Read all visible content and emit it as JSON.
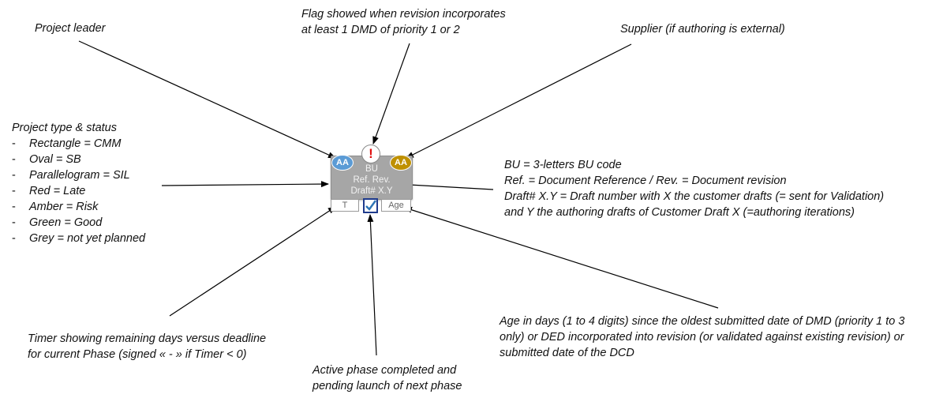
{
  "card": {
    "left_badge": "AA",
    "right_badge": "AA",
    "flag": "!",
    "line1": "BU",
    "line2": "Ref. Rev.",
    "line3": "Draft# X.Y",
    "timer_box": "T",
    "age_box": "Age",
    "colors": {
      "card_bg": "#a6a6a6",
      "left_badge": "#5b9bd5",
      "right_badge": "#bf9000",
      "flag": "#e01010",
      "checkbox": "#1f3b8c"
    }
  },
  "annotations": {
    "project_leader": "Project leader",
    "flag_line1": "Flag showed when revision incorporates",
    "flag_line2": "at least 1 DMD of priority 1 or 2",
    "supplier": "Supplier (if authoring is external)",
    "project_type_title": "Project type & status",
    "project_type_items": [
      "Rectangle = CMM",
      "Oval = SB",
      "Parallelogram = SIL",
      "Red = Late",
      "Amber = Risk",
      "Green = Good",
      "Grey = not yet planned"
    ],
    "bu_lines": [
      "BU = 3-letters BU code",
      "Ref. = Document Reference / Rev. = Document revision",
      "Draft# X.Y = Draft number with X the customer drafts (= sent for Validation)",
      "and Y the authoring drafts of Customer Draft X (=authoring iterations)"
    ],
    "timer_lines": [
      "Timer showing remaining days versus deadline",
      "for current Phase (signed « - »  if Timer < 0)"
    ],
    "active_phase_lines": [
      "Active phase completed and",
      "pending launch of next phase"
    ],
    "age_lines": [
      "Age in days (1 to 4 digits) since the oldest submitted date of DMD (priority 1 to 3",
      "only) or DED incorporated into revision (or validated against existing revision) or",
      "submitted date of the DCD"
    ]
  }
}
